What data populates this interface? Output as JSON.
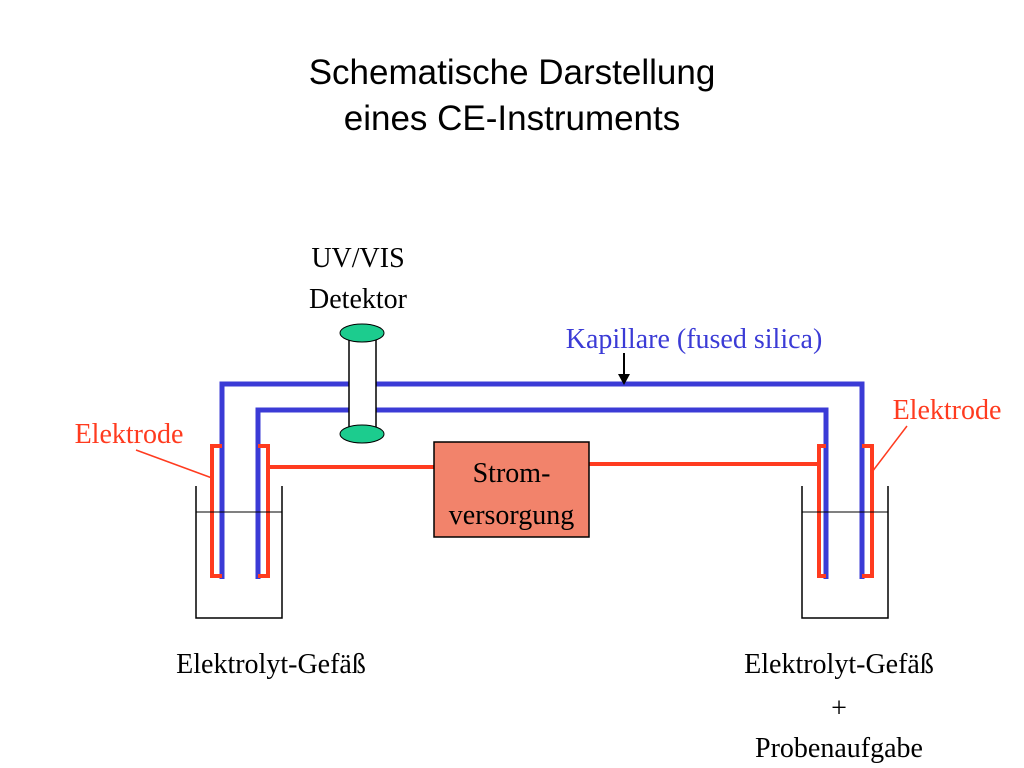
{
  "title": {
    "line1": "Schematische Darstellung",
    "line2": "eines CE-Instruments"
  },
  "labels": {
    "detector_line1": "UV/VIS",
    "detector_line2": "Detektor",
    "capillary": "Kapillare (fused silica)",
    "electrode_left": "Elektrode",
    "electrode_right": "Elektrode",
    "power_line1": "Strom-",
    "power_line2": "versorgung",
    "vessel_left": "Elektrolyt-Gefäß",
    "vessel_right_line1": "Elektrolyt-Gefäß",
    "vessel_right_line2": "+",
    "vessel_right_line3": "Probenaufgabe"
  },
  "colors": {
    "capillary": "#3b3bd6",
    "electrode": "#ff3b1f",
    "electrode_label": "#ff3b1f",
    "capillary_label": "#3b3bd6",
    "power_fill": "#f2836b",
    "detector_cap": "#1ccc8e",
    "vessel": "#000000"
  }
}
